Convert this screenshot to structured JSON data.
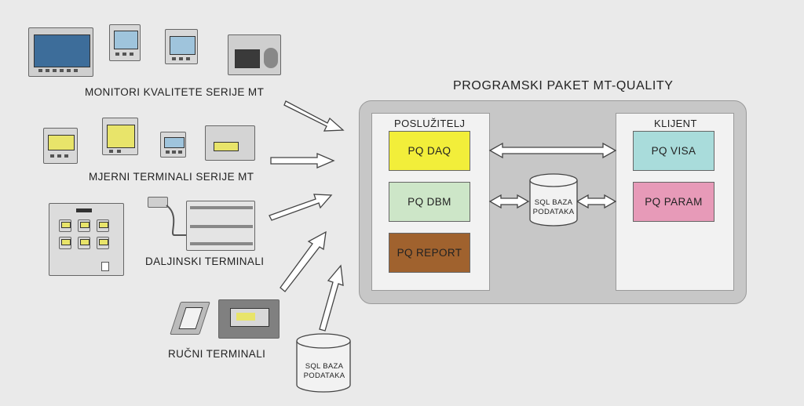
{
  "sources": {
    "monitors": "MONITORI KVALITETE SERIJE MT",
    "meters": "MJERNI TERMINALI SERIJE MT",
    "remote": "DALJINSKI TERMINALI",
    "handheld": "RUČNI TERMINALI",
    "database": {
      "line1": "SQL  BAZA",
      "line2": "PODATAKA"
    }
  },
  "package": {
    "title": "PROGRAMSKI PAKET MT-QUALITY",
    "server": {
      "title": "POSLUŽITELJ",
      "modules": [
        "PQ DAQ",
        "PQ DBM",
        "PQ REPORT"
      ]
    },
    "client": {
      "title": "KLIJENT",
      "modules": [
        "PQ VISA",
        "PQ PARAM"
      ]
    },
    "database": {
      "line1": "SQL  BAZA",
      "line2": "PODATAKA"
    }
  },
  "colors": {
    "pq_daq": "#f2ee3a",
    "pq_dbm": "#cde6c8",
    "pq_report": "#a0622e",
    "pq_visa": "#a9dcdb",
    "pq_param": "#e79ab8",
    "panel": "#c7c7c7"
  }
}
